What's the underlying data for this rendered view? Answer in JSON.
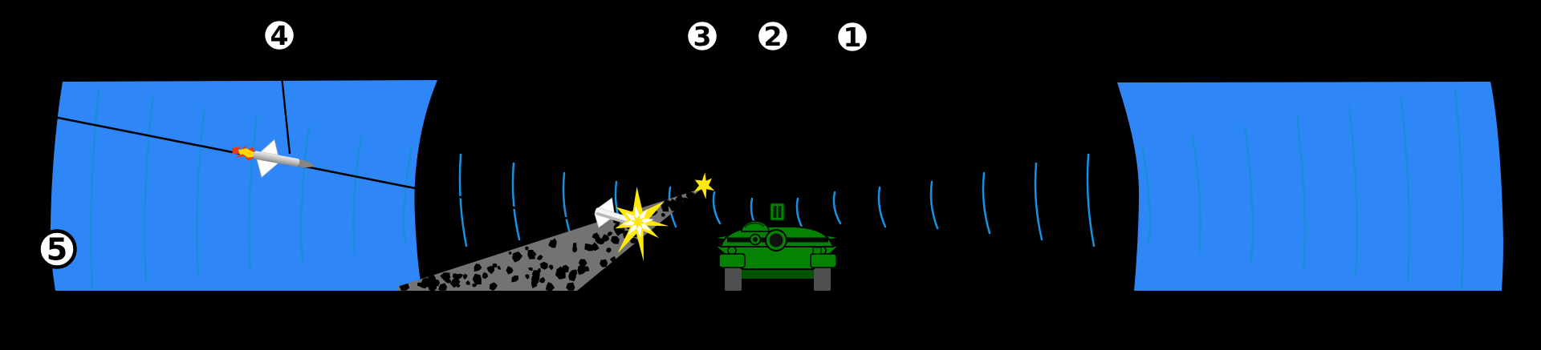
{
  "diagram": {
    "kind": "tank-active-protection-system-schematic",
    "callouts": [
      {
        "id": "c1",
        "label": "1"
      },
      {
        "id": "c2",
        "label": "2"
      },
      {
        "id": "c3",
        "label": "3"
      },
      {
        "id": "c4",
        "label": "4"
      },
      {
        "id": "c5",
        "label": "5"
      }
    ],
    "colors": {
      "background": "#000000",
      "radar_zone_blue": "#2E86F7",
      "zone_wave_line": "#1590D2",
      "radar_wave_arc": "#1791E0",
      "trajectory_black": "#000000",
      "tank_green": "#048204",
      "tank_dark_green": "#005400",
      "tank_slit_dark": "#02220A",
      "track_gray": "#4F4F4F",
      "fragment_cone_gray": "#737373",
      "explosion_yellow": "#FFE80A",
      "explosion_core_white": "#FFFFFF",
      "missile_body_light": "#ECECEC",
      "missile_body_dark": "#8A8A8A",
      "missile_fin_white": "#FFFFFF",
      "intercepted_missile_white": "#F5F5F5",
      "exhaust_red": "#E83A0F",
      "exhaust_yellow": "#FFD800",
      "callout_fill": "#FFFFFF",
      "callout_stroke": "#000000"
    }
  }
}
